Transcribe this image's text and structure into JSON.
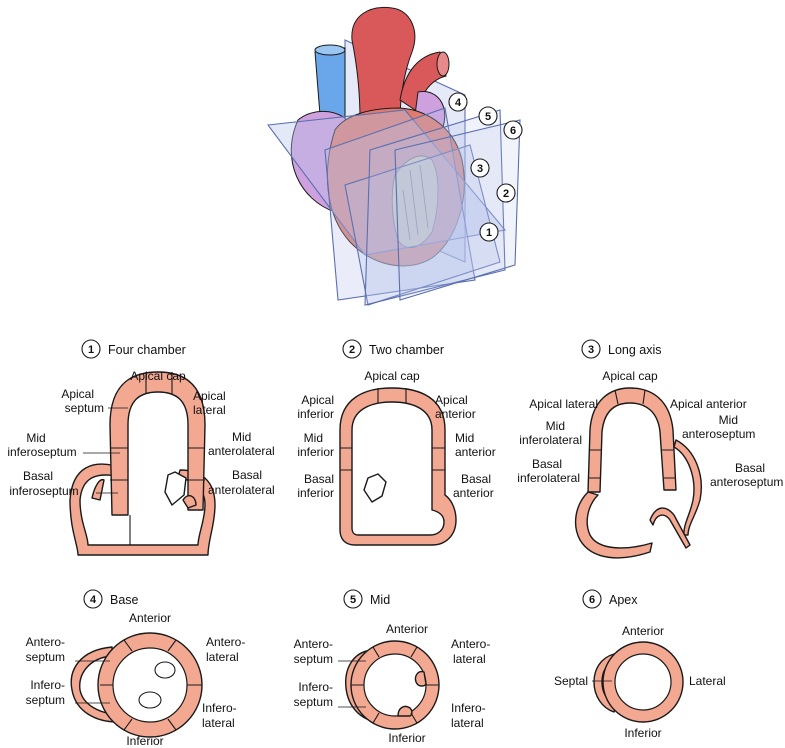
{
  "colors": {
    "myocardium": "#f2a891",
    "heart_red": "#d9595a",
    "vein_blue": "#6aa6ea",
    "atrium_purple": "#cfa0de",
    "plane_blue": "#b8c4ec",
    "fat_yellow": "#f3df8c"
  },
  "planes": [
    {
      "num": "1"
    },
    {
      "num": "2"
    },
    {
      "num": "3"
    },
    {
      "num": "4"
    },
    {
      "num": "5"
    },
    {
      "num": "6"
    }
  ],
  "views": {
    "four_chamber": {
      "num": "1",
      "title": "Four chamber",
      "labels": {
        "apical_cap": "Apical cap",
        "apical_septum": [
          "Apical",
          "septum"
        ],
        "apical_lateral": [
          "Apical",
          "lateral"
        ],
        "mid_inferoseptum": [
          "Mid",
          "inferoseptum"
        ],
        "mid_anterolateral": [
          "Mid",
          "anterolateral"
        ],
        "basal_inferoseptum": [
          "Basal",
          "inferoseptum"
        ],
        "basal_anterolateral": [
          "Basal",
          "anterolateral"
        ]
      }
    },
    "two_chamber": {
      "num": "2",
      "title": "Two chamber",
      "labels": {
        "apical_cap": "Apical cap",
        "apical_inferior": [
          "Apical",
          "inferior"
        ],
        "apical_anterior": [
          "Apical",
          "anterior"
        ],
        "mid_inferior": [
          "Mid",
          "inferior"
        ],
        "mid_anterior": [
          "Mid",
          "anterior"
        ],
        "basal_inferior": [
          "Basal",
          "inferior"
        ],
        "basal_anterior": [
          "Basal",
          "anterior"
        ]
      }
    },
    "long_axis": {
      "num": "3",
      "title": "Long axis",
      "labels": {
        "apical_cap": "Apical cap",
        "apical_lateral": "Apical lateral",
        "apical_anterior": "Apical anterior",
        "mid_inferolateral": [
          "Mid",
          "inferolateral"
        ],
        "mid_anteroseptum": [
          "Mid",
          "anteroseptum"
        ],
        "basal_inferolateral": [
          "Basal",
          "inferolateral"
        ],
        "basal_anteroseptum": [
          "Basal",
          "anteroseptum"
        ]
      }
    },
    "base": {
      "num": "4",
      "title": "Base",
      "labels": {
        "anterior": "Anterior",
        "anteroseptum": [
          "Antero-",
          "septum"
        ],
        "anterolateral": [
          "Antero-",
          "lateral"
        ],
        "inferoseptum": [
          "Infero-",
          "septum"
        ],
        "inferolateral": [
          "Infero-",
          "lateral"
        ],
        "inferior": "Inferior"
      }
    },
    "mid": {
      "num": "5",
      "title": "Mid",
      "labels": {
        "anterior": "Anterior",
        "anteroseptum": [
          "Antero-",
          "septum"
        ],
        "anterolateral": [
          "Antero-",
          "lateral"
        ],
        "inferoseptum": [
          "Infero-",
          "septum"
        ],
        "inferolateral": [
          "Infero-",
          "lateral"
        ],
        "inferior": "Inferior"
      }
    },
    "apex": {
      "num": "6",
      "title": "Apex",
      "labels": {
        "anterior": "Anterior",
        "septal": "Septal",
        "lateral": "Lateral",
        "inferior": "Inferior"
      }
    }
  }
}
